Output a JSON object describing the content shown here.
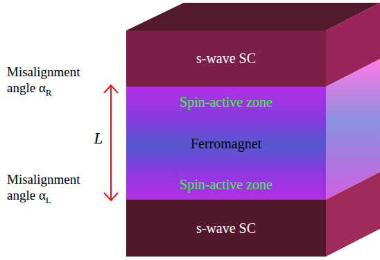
{
  "diagram": {
    "nodes": [
      {
        "text": [
          "s-wave SC"
        ]
      },
      {
        "text": [
          "Spin-active zone"
        ]
      },
      {
        "text": [
          "Ferromagnet"
        ]
      },
      {
        "text": [
          "Spin-active zone"
        ]
      },
      {
        "text": [
          "s-wave SC"
        ]
      }
    ],
    "labels": [
      "Misalignment angle αR",
      "L",
      "Misalignment angle αL"
    ]
  }
}
